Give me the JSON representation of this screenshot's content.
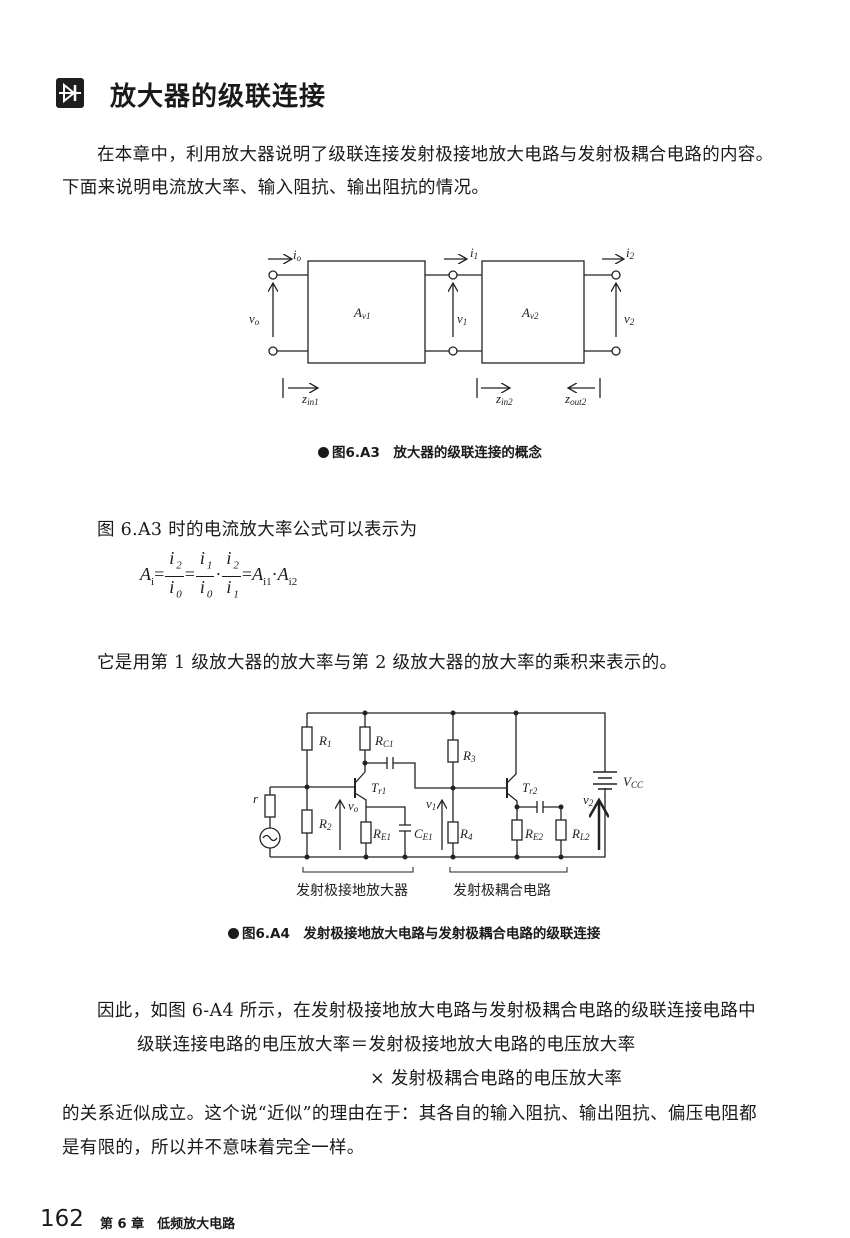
{
  "section": {
    "title": "放大器的级联连接",
    "icon": "diode-icon"
  },
  "paragraphs": {
    "p1_line1": "在本章中，利用放大器说明了级联连接发射极接地放大电路与发射极耦合电路的内容。",
    "p1_line2": "下面来说明电流放大率、输入阻抗、输出阻抗的情况。",
    "p2": "图 6.A3 时的电流放大率公式可以表示为",
    "p3": "它是用第 1 级放大器的放大率与第 2 级放大器的放大率的乘积来表示的。",
    "p4_line1": "因此，如图 6-A4 所示，在发射极接地放大电路与发射极耦合电路的级联连接电路中",
    "p4_line2": "级联连接电路的电压放大率＝发射极接地放大电路的电压放大率",
    "p4_line3": "× 发射极耦合电路的电压放大率",
    "p4_line4": "的关系近似成立。这个说“近似”的理由在于：其各自的输入阻抗、输出阻抗、偏压电阻都",
    "p4_line5": "是有限的，所以并不意味着完全一样。"
  },
  "figure1": {
    "caption": "图6.A3　放大器的级联连接的概念",
    "labels": {
      "io": {
        "m": "i",
        "s": "o"
      },
      "i1": {
        "m": "i",
        "s": "1"
      },
      "i2": {
        "m": "i",
        "s": "2"
      },
      "vo": {
        "m": "v",
        "s": "o"
      },
      "v1": {
        "m": "v",
        "s": "1"
      },
      "v2": {
        "m": "v",
        "s": "2"
      },
      "av1": {
        "m": "A",
        "s": "v1"
      },
      "av2": {
        "m": "A",
        "s": "v2"
      },
      "zin1": {
        "m": "z",
        "s": "in1"
      },
      "zin2": {
        "m": "z",
        "s": "in2"
      },
      "zout2": {
        "m": "z",
        "s": "out2"
      }
    }
  },
  "formula": {
    "lhs": "A",
    "lhs_sub": "i",
    "eq": "=",
    "f1_num": "i",
    "f1_num_sub": "2",
    "f1_den": "i",
    "f1_den_sub": "0",
    "f2_num": "i",
    "f2_num_sub": "1",
    "f2_den": "i",
    "f2_den_sub": "0",
    "dot": "·",
    "f3_num": "i",
    "f3_num_sub": "2",
    "f3_den": "i",
    "f3_den_sub": "1",
    "r1": "A",
    "r1_sub": "i1",
    "r2": "A",
    "r2_sub": "i2"
  },
  "figure2": {
    "caption": "图6.A4　发射极接地放大电路与发射极耦合电路的级联连接",
    "bracket1": "发射极接地放大器",
    "bracket2": "发射极耦合电路",
    "labels": {
      "r": {
        "m": "r",
        "s": ""
      },
      "R1": {
        "m": "R",
        "s": "1"
      },
      "R2": {
        "m": "R",
        "s": "2"
      },
      "RC1": {
        "m": "R",
        "s": "C1"
      },
      "RE1": {
        "m": "R",
        "s": "E1"
      },
      "CE1": {
        "m": "C",
        "s": "E1"
      },
      "R3": {
        "m": "R",
        "s": "3"
      },
      "R4": {
        "m": "R",
        "s": "4"
      },
      "RE2": {
        "m": "R",
        "s": "E2"
      },
      "RL2": {
        "m": "R",
        "s": "L2"
      },
      "Tr1": {
        "m": "T",
        "s": "r1"
      },
      "Tr2": {
        "m": "T",
        "s": "r2"
      },
      "VCC": {
        "m": "V",
        "s": "CC"
      },
      "vo": {
        "m": "v",
        "s": "o"
      },
      "v1": {
        "m": "v",
        "s": "1"
      },
      "v2": {
        "m": "v",
        "s": "2"
      }
    }
  },
  "footer": {
    "page_number": "162",
    "chapter": "第 6 章　低频放大电路"
  }
}
